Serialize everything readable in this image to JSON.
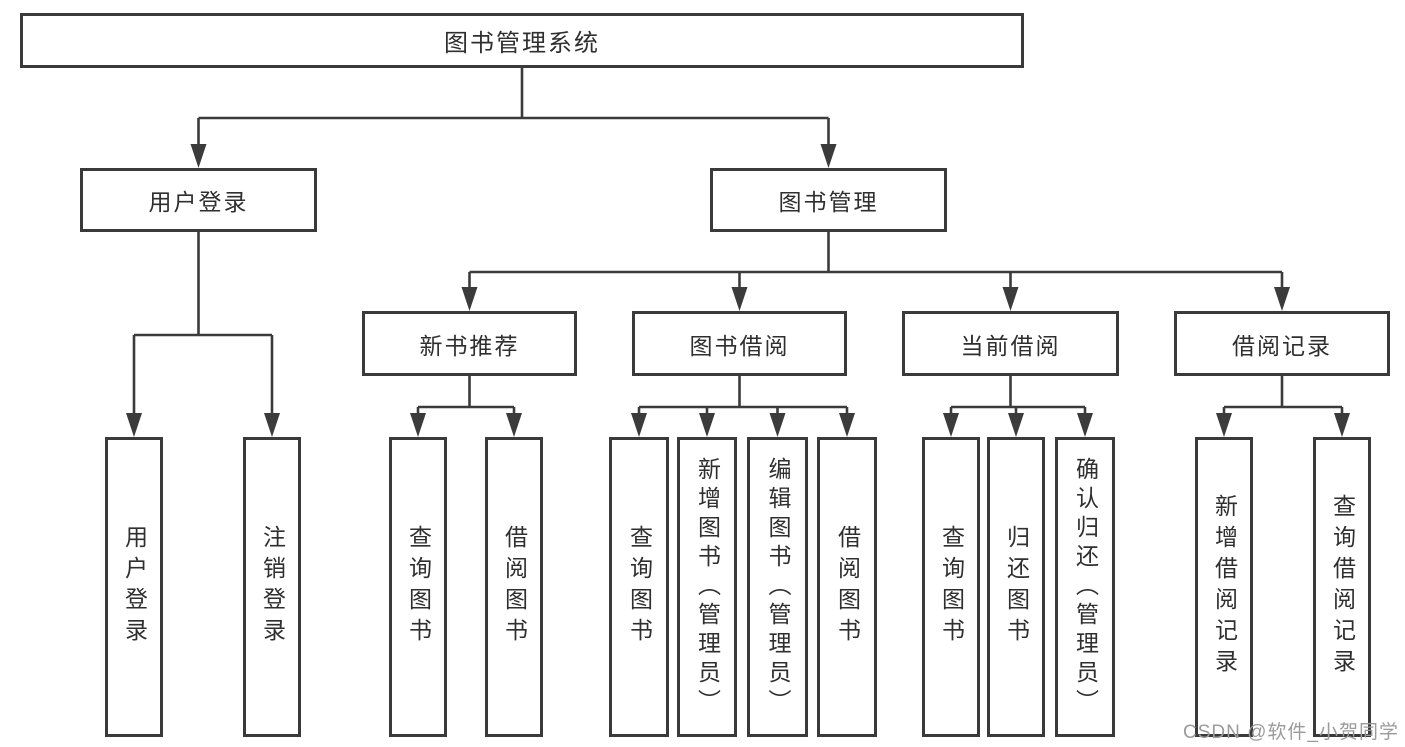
{
  "nodes": {
    "root": "图书管理系统",
    "user_login": "用户登录",
    "book_mgmt": "图书管理",
    "new_rec": "新书推荐",
    "book_borrow": "图书借阅",
    "current_borrow": "当前借阅",
    "borrow_records": "借阅记录",
    "leaves": {
      "user_login": [
        "用户登录",
        "注销登录"
      ],
      "new_rec": [
        "查询图书",
        "借阅图书"
      ],
      "book_borrow": [
        "查询图书",
        "新增图书（管理员）",
        "编辑图书（管理员）",
        "借阅图书"
      ],
      "current_borrow": [
        "查询图书",
        "归还图书",
        "确认归还（管理员）"
      ],
      "borrow_records": [
        "新增借阅记录",
        "查询借阅记录"
      ]
    }
  },
  "watermark": "CSDN @软件_小贺同学",
  "colors": {
    "line": "#3b3b3b",
    "box_border": "#3a3a3a",
    "text": "#2f2f2f",
    "watermark": "#9b9b9b",
    "background": "#ffffff"
  }
}
